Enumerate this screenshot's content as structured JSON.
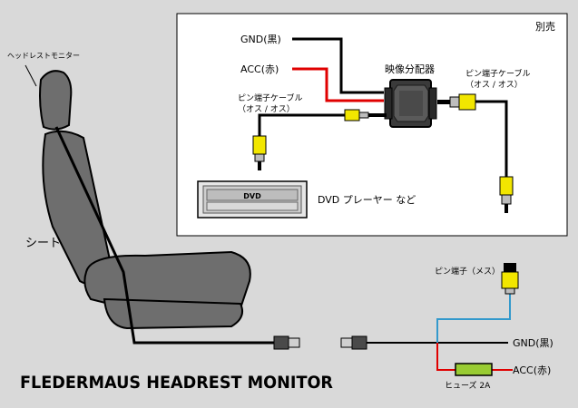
{
  "title": "FLEDERMAUS HEADREST MONITOR",
  "seat": {
    "headrest_label": "ヘッドレストモニター",
    "seat_label": "シート"
  },
  "separate_box": {
    "label": "別売",
    "gnd_label": "GND(黒)",
    "acc_label": "ACC(赤)",
    "splitter_label": "映像分配器",
    "pin_cable_left_line1": "ピン端子ケーブル",
    "pin_cable_left_line2": "（オス / オス）",
    "pin_cable_right_line1": "ピン端子ケーブル",
    "pin_cable_right_line2": "（オス / オス）",
    "dvd_logo": "DVD",
    "dvd_label": "DVD プレーヤー など"
  },
  "wiring": {
    "pin_female_label": "ピン端子（メス）",
    "gnd_label": "GND(黒)",
    "acc_label": "ACC(赤)",
    "fuse_label": "ヒューズ 2A"
  },
  "colors": {
    "wire_black": "#000000",
    "wire_red": "#e00000",
    "wire_blue": "#3399cc",
    "rca_yellow": "#f2e600",
    "fuse_green": "#99cc33",
    "seat_gray": "#6e6e6e",
    "background": "#d9d9d9"
  }
}
